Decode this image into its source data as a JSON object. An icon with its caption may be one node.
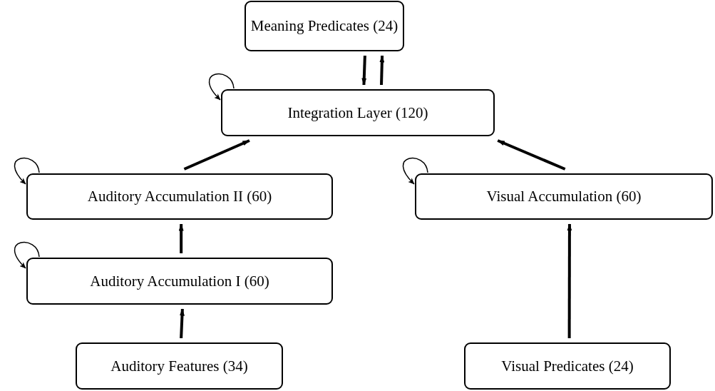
{
  "diagram": {
    "nodes": [
      {
        "text": [
          "Meaning Predicates (24)"
        ]
      },
      {
        "text": [
          "Integration Layer (120)"
        ]
      },
      {
        "text": [
          "Auditory Accumulation II (60)"
        ]
      },
      {
        "text": [
          "Visual Accumulation (60)"
        ]
      },
      {
        "text": [
          "Auditory Accumulation I (60)"
        ]
      },
      {
        "text": [
          "Auditory Features (34)"
        ]
      },
      {
        "text": [
          "Visual Predicates (24)"
        ]
      }
    ],
    "edges": [
      {
        "from": 0,
        "to": 1,
        "arrow": "to"
      },
      {
        "from": 1,
        "to": 0,
        "arrow": "to"
      },
      {
        "from": 1,
        "to": 1,
        "arrow": "to"
      },
      {
        "from": 2,
        "to": 1,
        "arrow": "to"
      },
      {
        "from": 3,
        "to": 1,
        "arrow": "to"
      },
      {
        "from": 2,
        "to": 2,
        "arrow": "to"
      },
      {
        "from": 3,
        "to": 3,
        "arrow": "to"
      },
      {
        "from": 4,
        "to": 2,
        "arrow": "to"
      },
      {
        "from": 4,
        "to": 4,
        "arrow": "to"
      },
      {
        "from": 5,
        "to": 4,
        "arrow": "to"
      },
      {
        "from": 6,
        "to": 3,
        "arrow": "to"
      }
    ]
  }
}
